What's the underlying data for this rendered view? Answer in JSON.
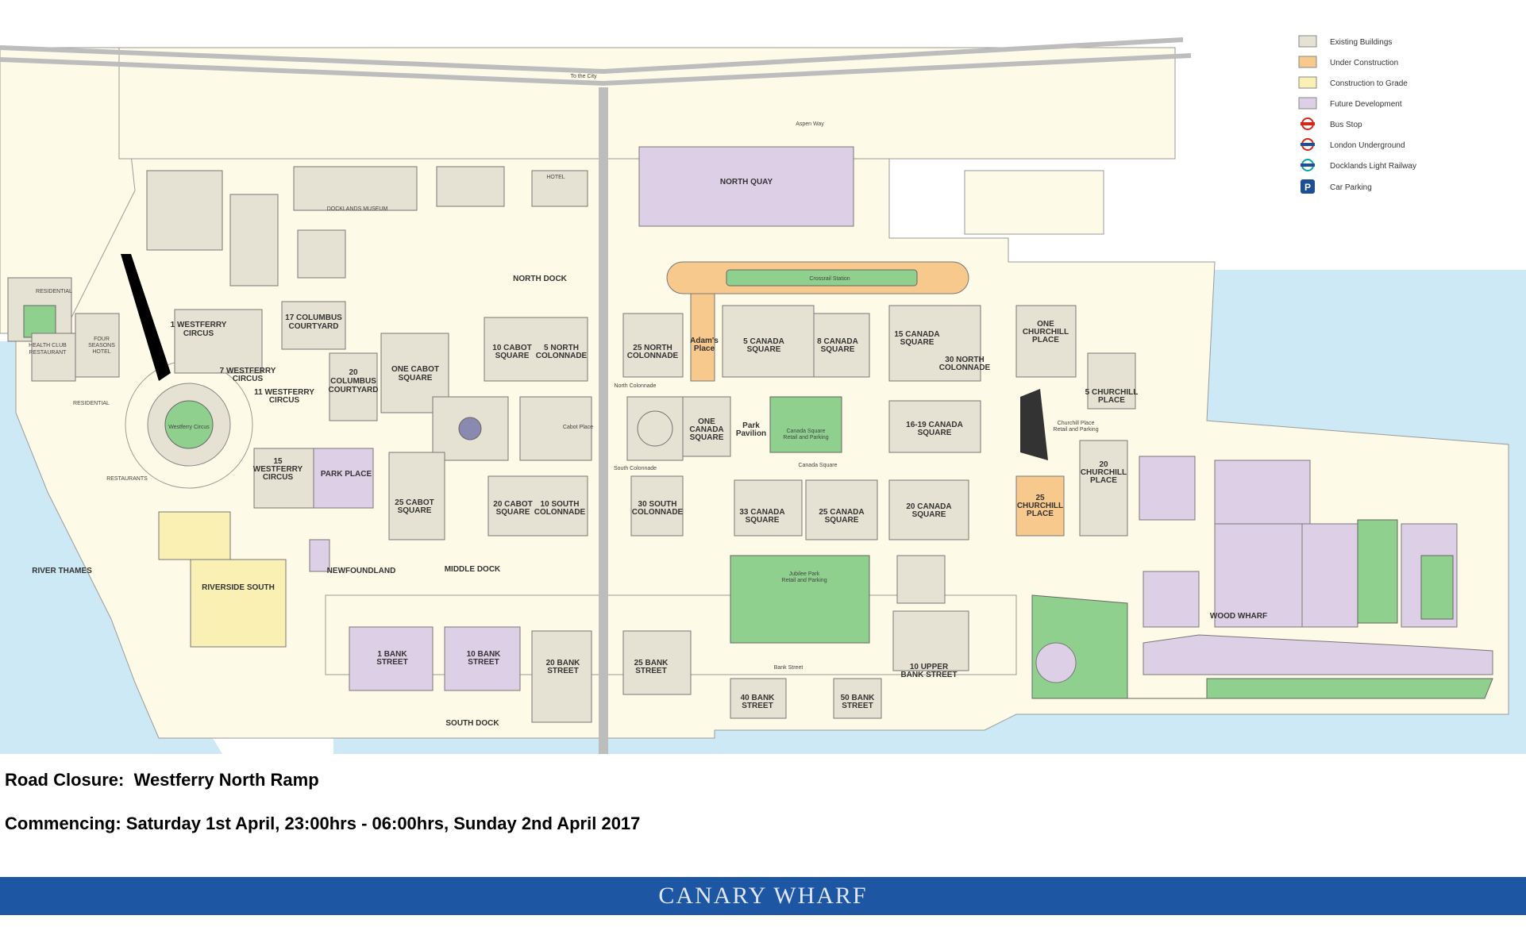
{
  "legend": [
    {
      "key": "existing",
      "label": "Existing Buildings",
      "color": "#e6e2d3",
      "icon": "swatch"
    },
    {
      "key": "under_construction",
      "label": "Under Construction",
      "color": "#f8c98c",
      "icon": "swatch"
    },
    {
      "key": "construction_to_grade",
      "label": "Construction to Grade",
      "color": "#fbf0b4",
      "icon": "swatch"
    },
    {
      "key": "future",
      "label": "Future Development",
      "color": "#ddd0e6",
      "icon": "swatch"
    },
    {
      "key": "bus",
      "label": "Bus Stop",
      "color": "#d6261b",
      "icon": "bus-stop-icon"
    },
    {
      "key": "underground",
      "label": "London Underground",
      "color": "#d6261b",
      "icon": "underground-icon"
    },
    {
      "key": "dlr",
      "label": "Docklands Light Railway",
      "color": "#0aa3a8",
      "icon": "dlr-icon"
    },
    {
      "key": "parking",
      "label": "Car Parking",
      "color": "#1d4f91",
      "icon": "parking-icon",
      "glyph": "P"
    }
  ],
  "water": {
    "north_dock": "NORTH DOCK",
    "middle_dock": "MIDDLE DOCK",
    "south_dock": "SOUTH DOCK",
    "river_thames": "RIVER THAMES"
  },
  "buildings": {
    "north_quay": "NORTH QUAY",
    "crossrail": "Crossrail Station",
    "westferry1": "1 WESTFERRY",
    "westferry1b": "CIRCUS",
    "columbus17": "17 COLUMBUS",
    "columbus17b": "COURTYARD",
    "columbus20": "20",
    "columbus20b": "COLUMBUS",
    "columbus20c": "COURTYARD",
    "cabot_one": "ONE CABOT",
    "cabot_oneb": "SQUARE",
    "cabot10": "10 CABOT",
    "cabot10b": "SQUARE",
    "ncol5": "5 NORTH",
    "ncol5b": "COLONNADE",
    "ncol25": "25 NORTH",
    "ncol25b": "COLONNADE",
    "adams": "Adam's",
    "adamsb": "Place",
    "canada5": "5 CANADA",
    "canada5b": "SQUARE",
    "canada8": "8 CANADA",
    "canada8b": "SQUARE",
    "canada15": "15 CANADA",
    "canada15b": "SQUARE",
    "ncol30": "30 NORTH",
    "ncol30b": "COLONNADE",
    "churchill_one": "ONE",
    "churchill_oneb": "CHURCHILL",
    "churchill_onec": "PLACE",
    "churchill5": "5 CHURCHILL",
    "churchill5b": "PLACE",
    "westferry7": "7 WESTFERRY",
    "westferry7b": "CIRCUS",
    "westferry11": "11 WESTFERRY",
    "westferry11b": "CIRCUS",
    "four_seasons": "FOUR",
    "four_seasonsb": "SEASONS",
    "four_seasonsc": "HOTEL",
    "health_club": "HEALTH CLUB",
    "health_clubb": "RESTAURANT",
    "residential1": "RESIDENTIAL",
    "residential2": "RESIDENTIAL",
    "restaurants": "RESTAURANTS",
    "canada_one": "ONE",
    "canada_oneb": "CANADA",
    "canada_onec": "SQUARE",
    "park_pavilion": "Park",
    "park_pavilionb": "Pavilion",
    "canada_retail": "Canada Square",
    "canada_retailb": "Retail and Parking",
    "canada1619": "16-19 CANADA",
    "canada1619b": "SQUARE",
    "churchill20": "20",
    "churchill20b": "CHURCHILL",
    "churchill20c": "PLACE",
    "westferry15": "15",
    "westferry15b": "WESTFERRY",
    "westferry15c": "CIRCUS",
    "park_place": "PARK PLACE",
    "cabot25": "25 CABOT",
    "cabot25b": "SQUARE",
    "cabot20": "20 CABOT",
    "cabot20b": "SQUARE",
    "scol10": "10 SOUTH",
    "scol10b": "COLONNADE",
    "scol30": "30 SOUTH",
    "scol30b": "COLONNADE",
    "canada33": "33 CANADA",
    "canada33b": "SQUARE",
    "canada25": "25 CANADA",
    "canada25b": "SQUARE",
    "canada20": "20 CANADA",
    "canada20b": "SQUARE",
    "churchill25": "25",
    "churchill25b": "CHURCHILL",
    "churchill25c": "PLACE",
    "newfoundland": "NEWFOUNDLAND",
    "riverside": "RIVERSIDE SOUTH",
    "jubilee": "Jubilee Park",
    "jubileeb": "Retail and Parking",
    "wood_wharf": "WOOD WHARF",
    "bank1": "1 BANK",
    "bank1b": "STREET",
    "bank10": "10 BANK",
    "bank10b": "STREET",
    "bank20": "20 BANK",
    "bank20b": "STREET",
    "bank25": "25 BANK",
    "bank25b": "STREET",
    "bank40": "40 BANK",
    "bank40b": "STREET",
    "bank50": "50 BANK",
    "bank50b": "STREET",
    "upperbank10": "10 UPPER",
    "upperbank10b": "BANK STREET"
  },
  "minor_labels": {
    "hotel": "HOTEL",
    "residential_n": "RESIDENTIAL",
    "residential_n2": "RESIDENTIAL",
    "museum": "DOCKLANDS MUSEUM",
    "aspen": "Aspen Way",
    "to_city": "To the City",
    "north_colonnade": "North Colonnade",
    "south_colonnade": "South Colonnade",
    "canada_square_road": "Canada Square",
    "bank_street": "Bank Street",
    "westferry_circus": "Westferry Circus",
    "churchill_retail": "Churchill Place",
    "churchill_retailb": "Retail and Parking",
    "cabot_place": "Cabot Place"
  },
  "notice": {
    "closure": "Road Closure:  Westferry North Ramp",
    "date": "Commencing: Saturday 1st April, 23:00hrs - 06:00hrs, Sunday 2nd April 2017"
  },
  "brand": "CANARY WHARF"
}
